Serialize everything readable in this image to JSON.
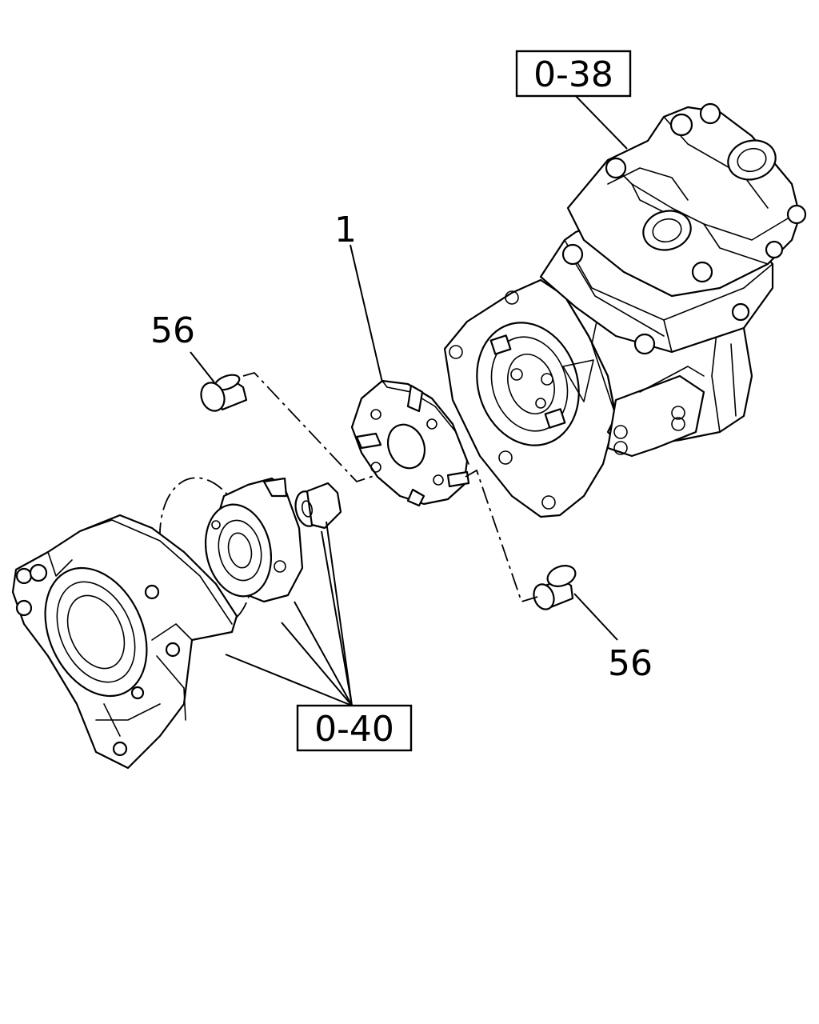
{
  "labels": {
    "ref_038": "0-38",
    "ref_040": "0-40",
    "part_1": "1",
    "part_56_upper": "56",
    "part_56_lower": "56"
  }
}
